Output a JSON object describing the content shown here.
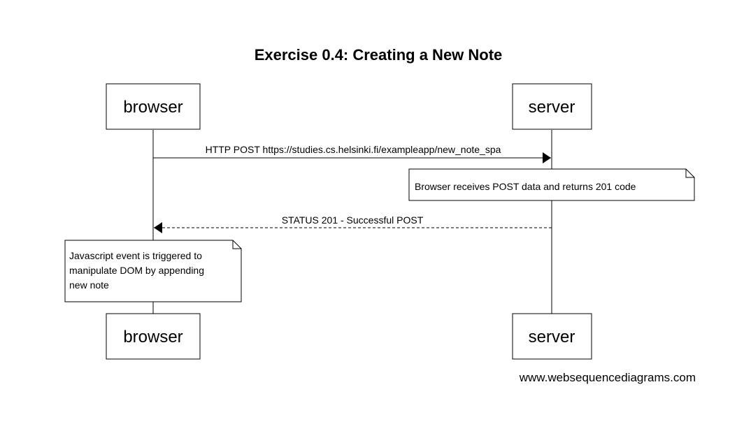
{
  "title": "Exercise 0.4: Creating a New Note",
  "participants": {
    "browser": "browser",
    "server": "server"
  },
  "messages": [
    {
      "from": "browser",
      "to": "server",
      "label": "HTTP POST https://studies.cs.helsinki.fi/exampleapp/new_note_spa",
      "style": "solid"
    },
    {
      "from": "server",
      "to": "browser",
      "label": "STATUS 201 - Successful POST",
      "style": "dashed"
    }
  ],
  "notes": [
    {
      "over": "server",
      "lines": [
        "Browser receives POST data and returns 201 code"
      ]
    },
    {
      "over": "browser",
      "lines": [
        "Javascript event is triggered to",
        "manipulate DOM by appending",
        "new note"
      ]
    }
  ],
  "watermark": "www.websequencediagrams.com",
  "colors": {
    "line": "#000000",
    "fill": "#ffffff"
  }
}
